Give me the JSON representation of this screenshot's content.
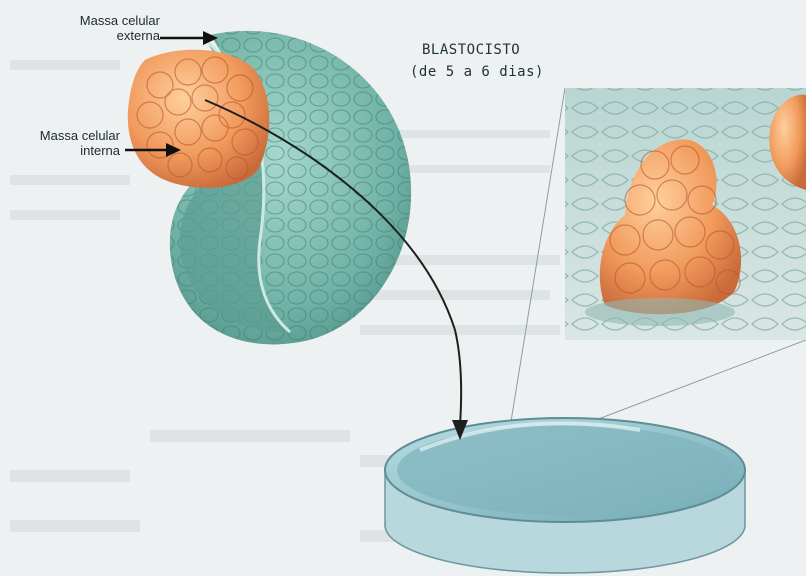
{
  "labels": {
    "outer_mass": [
      "Massa celular",
      "externa"
    ],
    "inner_mass": [
      "Massa celular",
      "interna"
    ]
  },
  "title": {
    "line1": "BLASTOCISTO",
    "line2": "(de 5 a 6 dias)"
  },
  "colors": {
    "outer_cells": "#7cbdb0",
    "inner_cells": "#f0a46a",
    "dish_fill": "#8fc0c8",
    "background": "#eef1f2"
  }
}
